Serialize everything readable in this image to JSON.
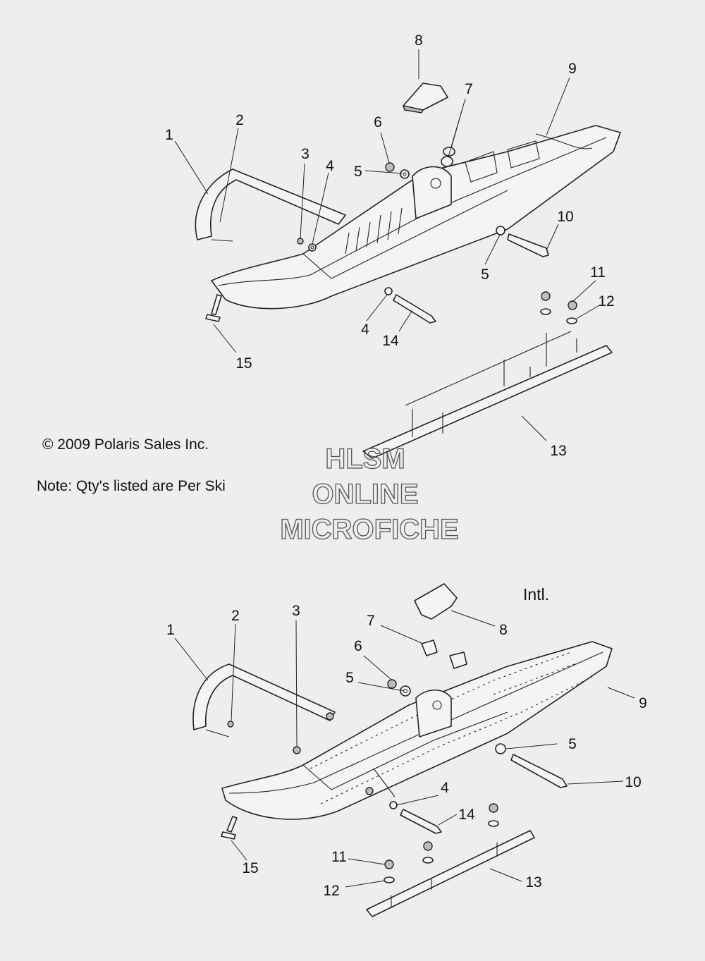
{
  "notes": {
    "copyright": "© 2009 Polaris Sales Inc.",
    "qty": "Note: Qty's listed are Per Ski",
    "intl": "Intl."
  },
  "watermark": {
    "line1": "HLSM",
    "line2": "ONLINE",
    "line3": "MICROFICHE"
  },
  "callouts_top": [
    "1",
    "2",
    "3",
    "4",
    "4",
    "5",
    "5",
    "6",
    "7",
    "8",
    "9",
    "10",
    "11",
    "12",
    "13",
    "14",
    "15"
  ],
  "callouts_bottom": [
    "1",
    "2",
    "3",
    "4",
    "5",
    "5",
    "6",
    "7",
    "8",
    "9",
    "10",
    "11",
    "12",
    "13",
    "14",
    "15"
  ]
}
